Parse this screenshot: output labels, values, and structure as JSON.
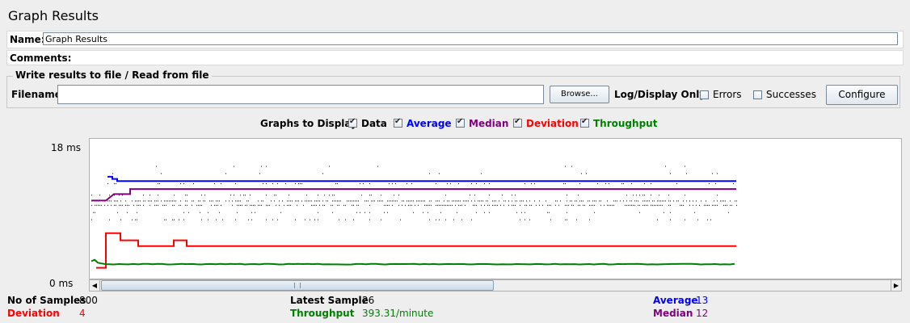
{
  "header": {
    "title": "Graph Results"
  },
  "name_field": {
    "label": "Name:",
    "value": "Graph Results"
  },
  "comments_field": {
    "label": "Comments:"
  },
  "file_panel": {
    "legend": "Write results to file / Read from file",
    "filename_label": "Filename",
    "filename_value": "",
    "browse_label": "Browse...",
    "log_display_label": "Log/Display Only:",
    "errors_label": "Errors",
    "successes_label": "Successes",
    "configure_label": "Configure"
  },
  "graphs_to_display": {
    "label": "Graphs to Display",
    "options": [
      {
        "label": "Data",
        "checked": true,
        "color": "#000000"
      },
      {
        "label": "Average",
        "checked": true,
        "color": "#0000ff"
      },
      {
        "label": "Median",
        "checked": true,
        "color": "#800080"
      },
      {
        "label": "Deviation",
        "checked": true,
        "color": "#ff0000"
      },
      {
        "label": "Throughput",
        "checked": true,
        "color": "#008000"
      }
    ]
  },
  "chart_data": {
    "type": "line",
    "y_max_label": "18 ms",
    "y_min_label": "0 ms",
    "ylim": [
      0,
      18
    ],
    "samples": 800,
    "series": [
      {
        "name": "Average",
        "color": "#0000ff",
        "steady_value": 13
      },
      {
        "name": "Median",
        "color": "#800080",
        "steady_value": 12
      },
      {
        "name": "Deviation",
        "color": "#ff0000",
        "steady_value": 4
      },
      {
        "name": "Throughput",
        "color": "#008000"
      }
    ]
  },
  "stats": {
    "samples_label": "No of Samples",
    "samples_value": "800",
    "latest_label": "Latest Sample",
    "latest_value": "26",
    "average_label": "Average",
    "average_value": "13",
    "deviation_label": "Deviation",
    "deviation_value": "4",
    "throughput_label": "Throughput",
    "throughput_value": "393.31/minute",
    "median_label": "Median",
    "median_value": "12"
  }
}
